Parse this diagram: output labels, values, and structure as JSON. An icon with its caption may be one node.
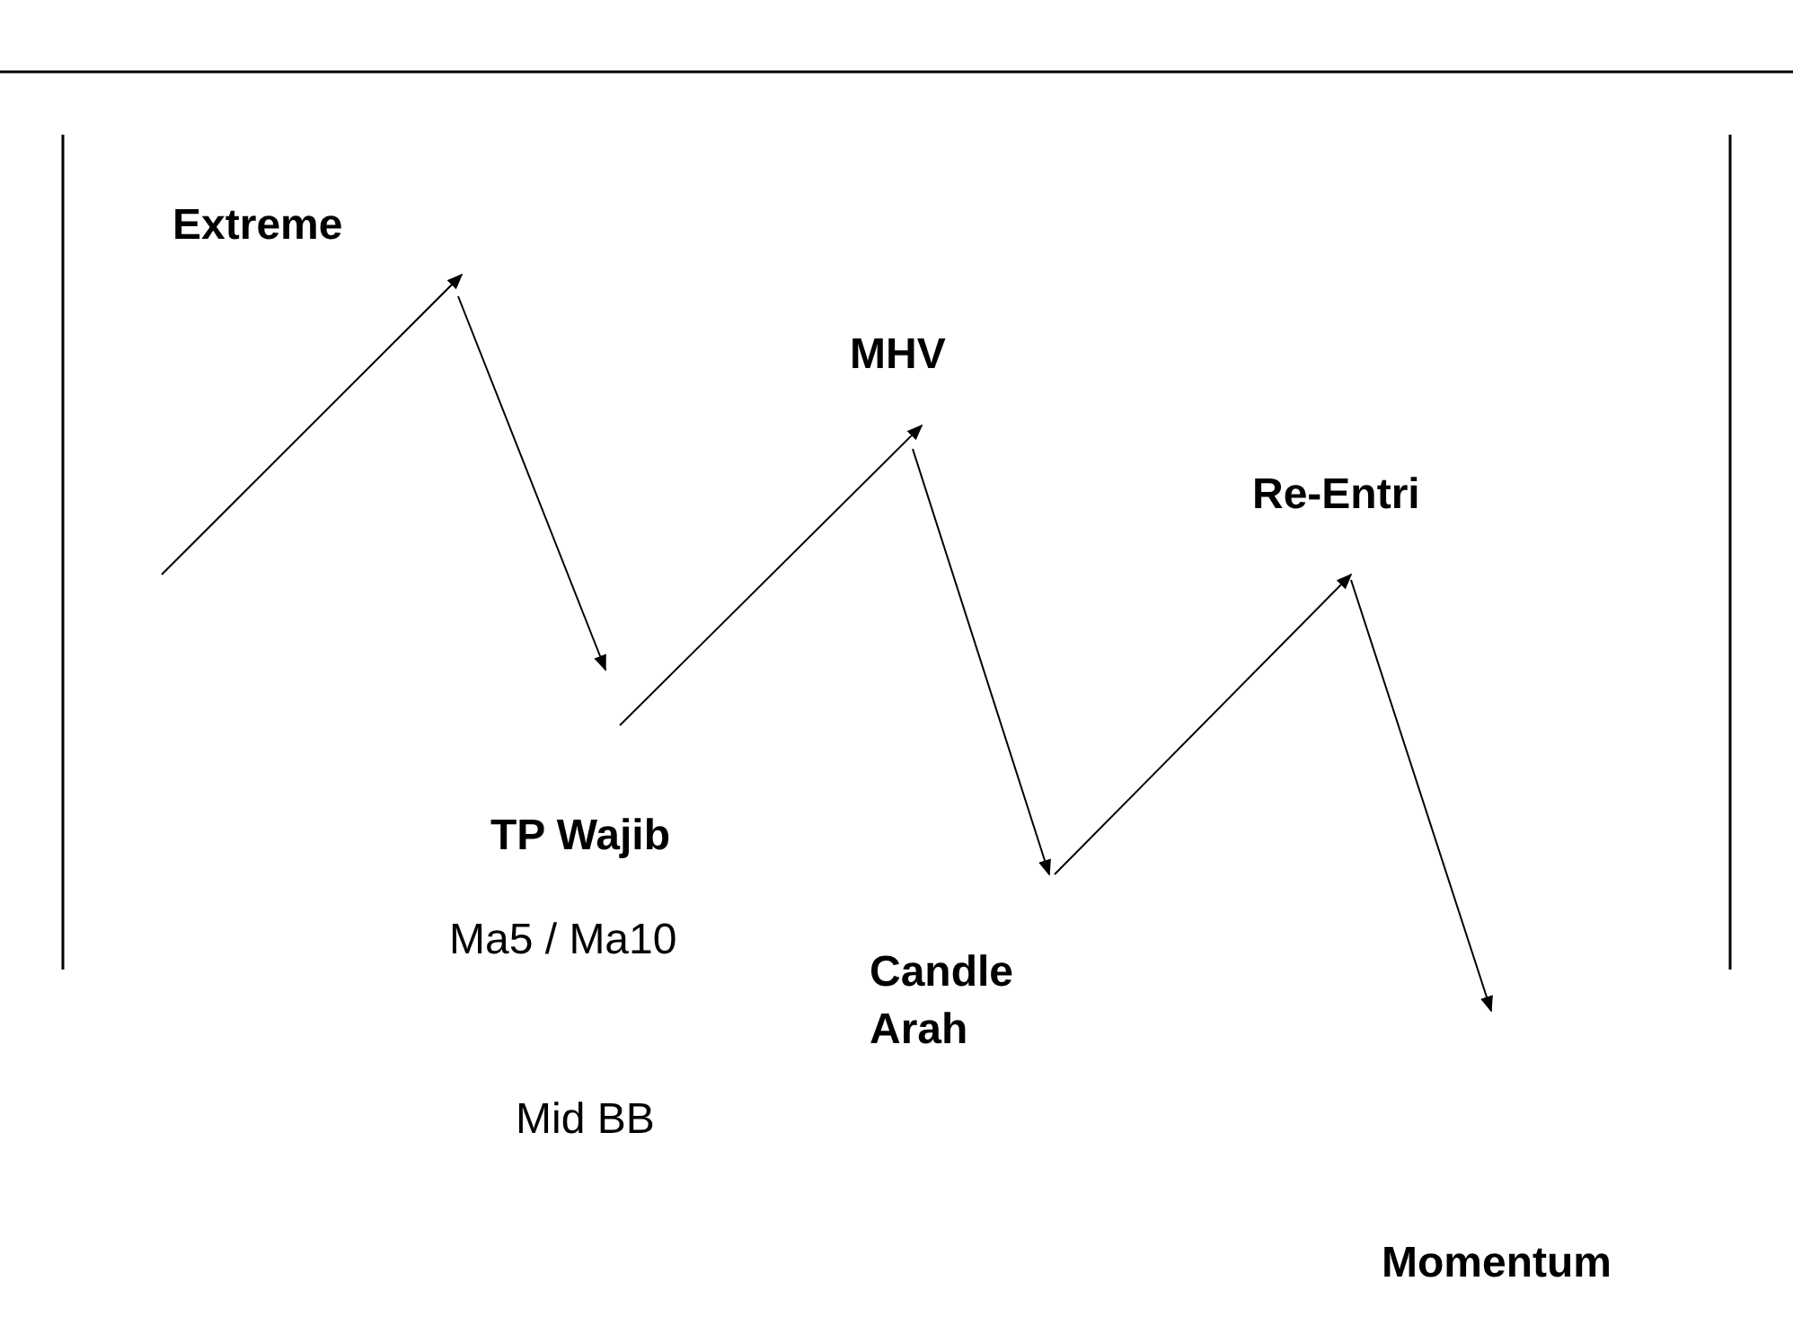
{
  "diagram": {
    "labels": [
      "Extreme",
      "MHV",
      "Re-Entri",
      "TP Wajib",
      "Ma5 / Ma10",
      "Candle Arah",
      "Mid BB",
      "Momentum"
    ]
  }
}
